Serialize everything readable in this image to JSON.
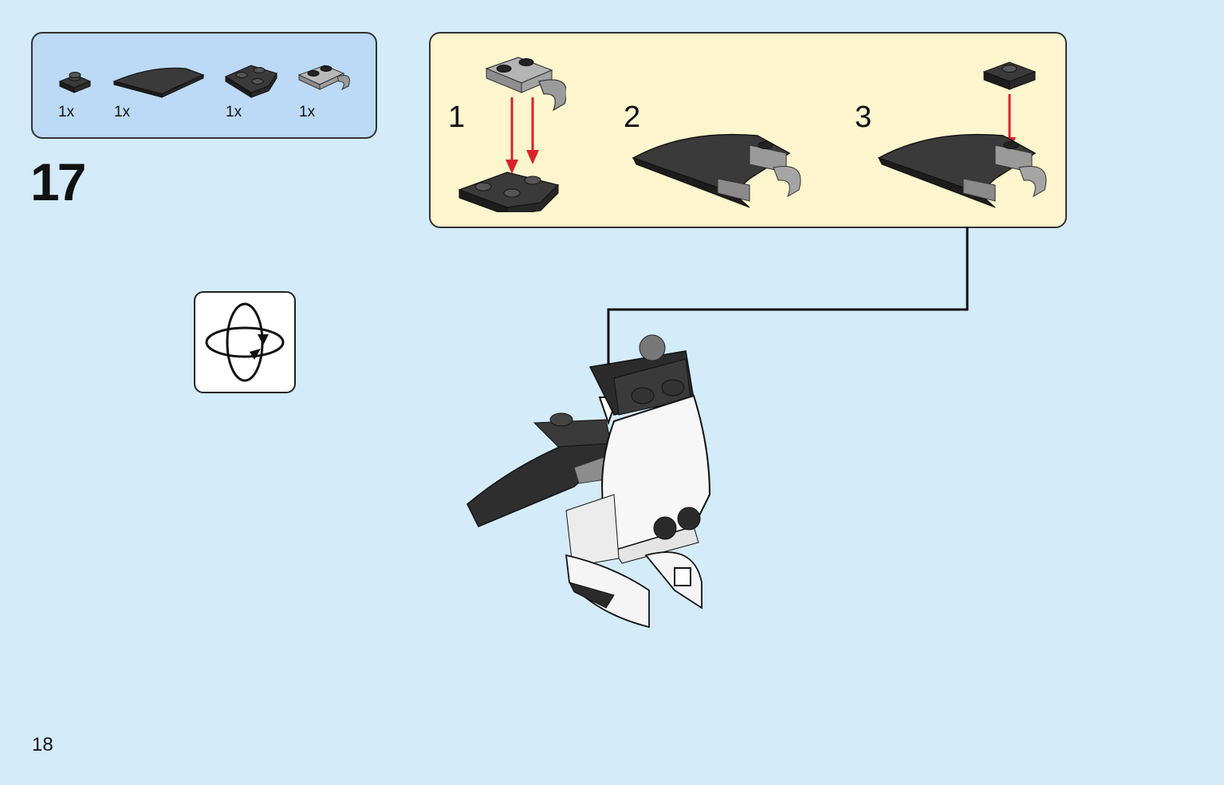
{
  "step": {
    "number": "17"
  },
  "page": {
    "number": "18"
  },
  "parts_list": [
    {
      "qty": "1x",
      "icon": "plate-1x1-black-icon"
    },
    {
      "qty": "1x",
      "icon": "curved-slope-black-icon"
    },
    {
      "qty": "1x",
      "icon": "wedge-plate-black-icon"
    },
    {
      "qty": "1x",
      "icon": "plate-with-clip-gray-icon"
    }
  ],
  "sub_steps": [
    {
      "label": "1"
    },
    {
      "label": "2"
    },
    {
      "label": "3"
    }
  ],
  "rotate_icon": "rotate-model-icon",
  "colors": {
    "background": "#d4ebfa",
    "parts_box": "#bcdaf5",
    "substep_box": "#fdf5cd",
    "arrow_red": "#d8232a",
    "brick_black": "#2b2b2b",
    "brick_gray": "#9a9a9a"
  }
}
